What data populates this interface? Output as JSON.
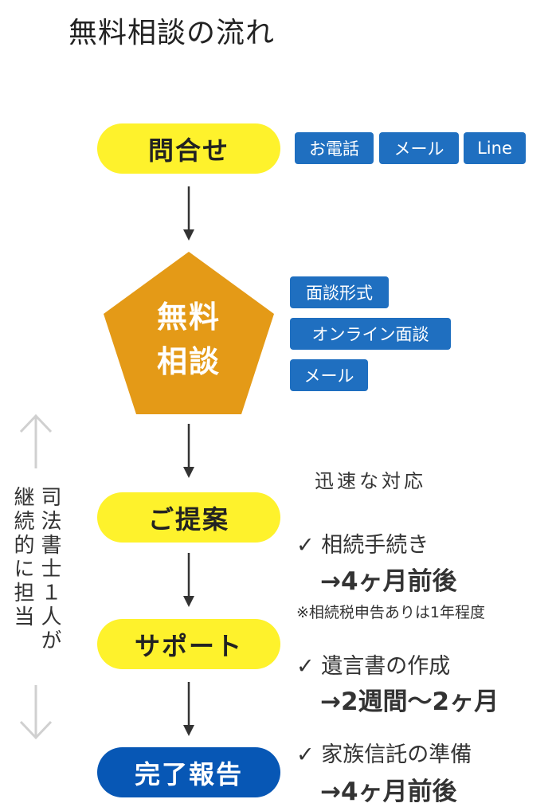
{
  "title": "無料相談の流れ",
  "steps": {
    "inquiry": "問合せ",
    "consult_line1": "無料",
    "consult_line2": "相談",
    "proposal": "ご提案",
    "support": "サポート",
    "report": "完了報告"
  },
  "inquiry_tags": [
    "お電話",
    "メール",
    "Line"
  ],
  "consult_tags": [
    "面談形式",
    "オンライン面談",
    "メール"
  ],
  "side_text": {
    "line1": "司法書士１人が",
    "line2": "継続的に担当"
  },
  "speed_label": "迅速な対応",
  "tasks": [
    {
      "label": "✓ 相続手続き",
      "duration": "→4ヶ月前後",
      "note": "※相続税申告ありは1年程度"
    },
    {
      "label": "✓ 遺言書の作成",
      "duration": "→2週間〜2ヶ月"
    },
    {
      "label": "✓ 家族信託の準備",
      "duration": "→4ヶ月前後"
    }
  ],
  "colors": {
    "yellow": "#fef22c",
    "orange": "#e49a17",
    "tag_blue": "#1f6fc0",
    "dark_blue": "#0757b5",
    "gray_arrow": "#d0d0d0"
  }
}
